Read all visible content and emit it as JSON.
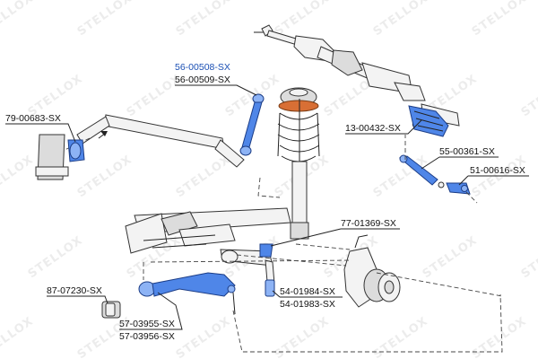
{
  "watermark": "STELLOX",
  "labels": {
    "stabilizer_link_1": "56-00508-SX",
    "stabilizer_link_2": "56-00509-SX",
    "stabilizer_bushing": "79-00683-SX",
    "steering_boot": "13-00432-SX",
    "inner_tie_rod": "55-00361-SX",
    "tie_rod_end": "51-00616-SX",
    "ball_joint": "77-01369-SX",
    "arm_bushing": "87-07230-SX",
    "control_arm_1": "54-01984-SX",
    "control_arm_2": "54-01983-SX",
    "lower_arm_1": "57-03955-SX",
    "lower_arm_2": "57-03956-SX"
  },
  "colors": {
    "highlight": "#4f86e8",
    "highlight_dark": "#1c3d86",
    "label_highlight": "#1a4fb4"
  }
}
